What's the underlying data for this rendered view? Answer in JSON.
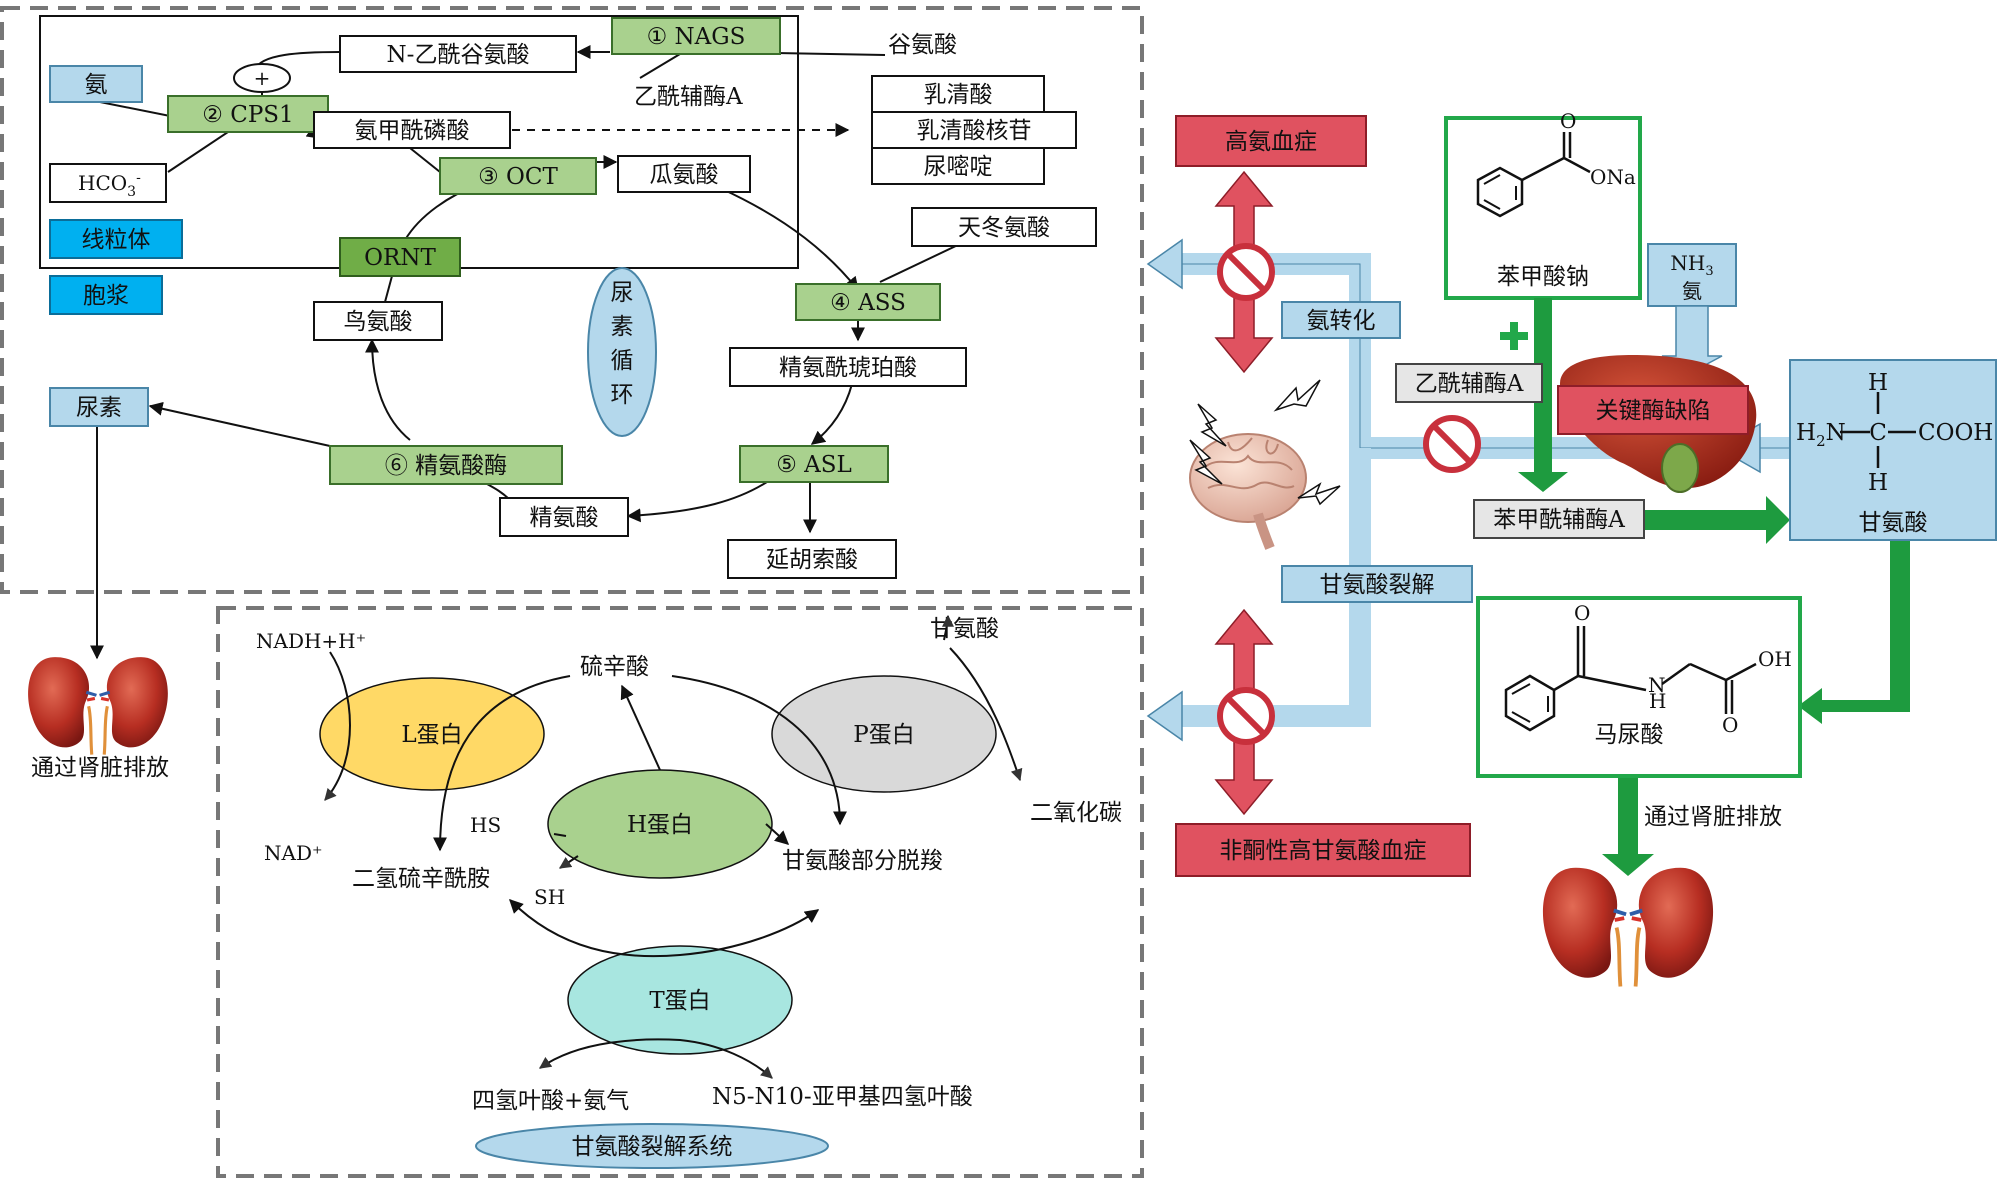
{
  "colors": {
    "enzyme_green": "#a9d18e",
    "dark_green": "#70ad47",
    "light_blue": "#b4d8ec",
    "cyan": "#00b0f0",
    "red": "#e05260",
    "frame_green": "#22a84a",
    "arrow_green": "#1e9b3f",
    "L_protein": "#ffd966",
    "P_protein": "#d9d9d9",
    "H_protein": "#a9d18e",
    "T_protein": "#a8e6e0"
  },
  "urea_cycle": {
    "enzymes": {
      "nags": "①     NAGS",
      "cps1": "②     CPS1",
      "oct": "③     OCT",
      "ass": "④     ASS",
      "asl": "⑤     ASL",
      "arginase": "⑥     精氨酸酶",
      "ornt": "ORNT"
    },
    "metabolites": {
      "n_acetylglutamate": "N-乙酰谷氨酸",
      "glutamate": "谷氨酸",
      "acetyl_coa": "乙酰辅酶A",
      "ammonia": "氨",
      "bicarbonate": "HCO",
      "bicarbonate_sub": "3",
      "bicarbonate_sup": "-",
      "carbamoyl_phosphate": "氨甲酰磷酸",
      "citrulline": "瓜氨酸",
      "ornithine": "鸟氨酸",
      "aspartate": "天冬氨酸",
      "argininosuccinate": "精氨酰琥珀酸",
      "arginine": "精氨酸",
      "fumarate": "延胡索酸",
      "urea": "尿素",
      "lactate": "乳清酸",
      "orotidine": "乳清酸核苷",
      "uracil": "尿嘧啶",
      "plus_sign": "+"
    },
    "compartments": {
      "mitochondria": "线粒体",
      "cytosol": "胞浆"
    },
    "cycle_name": [
      "尿",
      "素",
      "循",
      "环"
    ],
    "kidney_caption": "通过肾脏排放"
  },
  "gcs": {
    "title": "甘氨酸裂解系统",
    "proteins": {
      "L": "L蛋白",
      "P": "P蛋白",
      "H": "H蛋白",
      "T": "T蛋白"
    },
    "labels": {
      "nadh": "NADH+H⁺",
      "nad": "NAD⁺",
      "lipoic": "硫辛酸",
      "dihydrolipo": "二氢硫辛酰胺",
      "hs": "HS",
      "sh": "SH",
      "glycine": "甘氨酸",
      "co2": "二氧化碳",
      "glycine_partial": "甘氨酸部分脱羧",
      "thf_nh3": "四氢叶酸+氨气",
      "methylene_thf": "N5-N10-亚甲基四氢叶酸"
    }
  },
  "right_panel": {
    "hyperammonemia": "高氨血症",
    "nkh": "非酮性高甘氨酸血症",
    "ammonia_conversion": "氨转化",
    "glycine_cleavage": "甘氨酸裂解",
    "acetyl_coa": "乙酰辅酶A",
    "key_enzyme_defect": "关键酶缺陷",
    "benzoyl_coa": "苯甲酰辅酶A",
    "sodium_benzoate": "苯甲酸钠",
    "ona": "ONa",
    "o": "O",
    "nh3": "NH",
    "nh3_sub": "3",
    "nh3_cn": "氨",
    "glycine": "甘氨酸",
    "glycine_struct": {
      "h_top": "H",
      "h_bottom": "H",
      "h2n": "H",
      "h2n_sub": "2",
      "n": "N",
      "c": "C",
      "cooh": "COOH"
    },
    "hippuric_acid": "马尿酸",
    "hippuric_labels": {
      "o1": "O",
      "o2": "O",
      "oh": "OH",
      "n": "N",
      "h": "H"
    },
    "kidney_caption": "通过肾脏排放",
    "plus": "+"
  }
}
